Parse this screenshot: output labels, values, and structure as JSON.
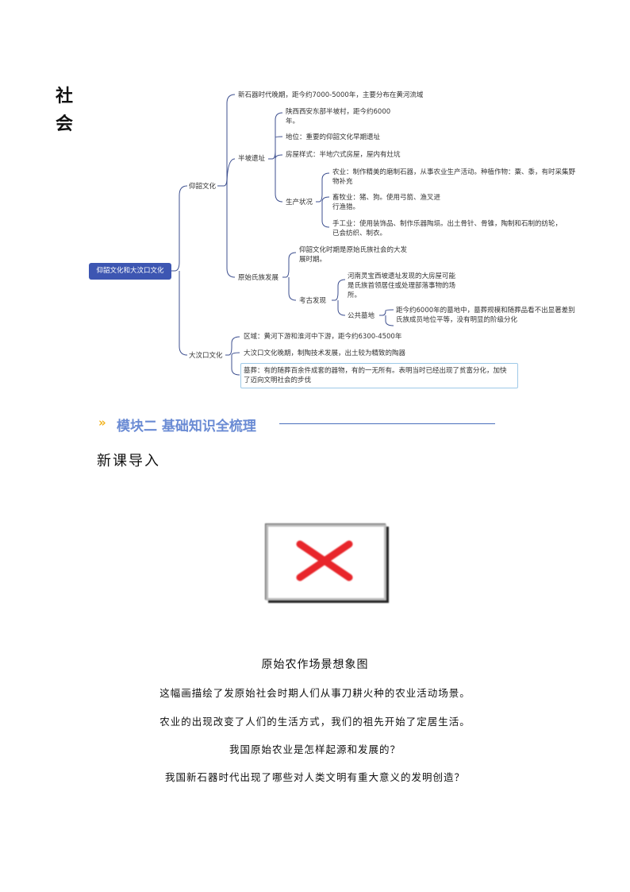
{
  "side_title": [
    "社",
    "会"
  ],
  "mindmap": {
    "root": "仰韶文化和大汶口文化",
    "yangshao": {
      "label": "仰韶文化",
      "period": "新石器时代晚期，距今约7000-5000年，主要分布在黄河流域",
      "banpo": {
        "label": "半坡遗址",
        "location": "陕西西安东部半坡村，距今约6000\n年。",
        "status": "地位：重要的仰韶文化早期遗址",
        "housing": "房屋样式：半地穴式房屋，屋内有灶坑",
        "production": {
          "label": "生产状况",
          "agriculture": "农业：制作精美的磨制石器，从事农业生产活动。种植作物：粟、黍，有时采集野\n物补充",
          "husbandry": "畜牧业：猪、狗。使用弓箭、渔叉进\n行渔猎。",
          "handicraft": "手工业：使用装饰品、制作乐器陶埙。出土骨针、骨锥，陶制和石制的纺轮，\n已会纺织、制衣。"
        }
      },
      "clan": {
        "label": "原始氏族发展",
        "period": "仰韶文化时期是原始氏族社会的大发\n展时期。",
        "archaeology": {
          "label": "考古发现",
          "house": "河南灵宝西坡遗址发现的大房屋可能\n是氏族首领居住或处理部落事物的场\n所。",
          "cemetery": {
            "label": "公共墓地",
            "text": "距今约6000年的墓地中，墓葬规模和随葬品看不出显著差别\n氏族成员地位平等，没有明显的阶级分化"
          }
        }
      }
    },
    "dawenkou": {
      "label": "大汶口文化",
      "region": "区域：黄河下游和淮河中下游，距今约6300-4500年",
      "late": "大汶口文化晚期，制陶技术发展，出土较为精致的陶器",
      "burial": "墓葬：有的随葬百余件成套的器物，有的一无所有。表明当时已经出现了贫富分化，加快\n了迈向文明社会的步伐"
    }
  },
  "module": {
    "icon": "double-chevron-icon",
    "title": "模块二 基础知识全梳理"
  },
  "lesson_intro": "新课导入",
  "image": {
    "icon": "broken-image-icon",
    "accent": "#e8262b"
  },
  "caption": "原始农作场景想象图",
  "paragraphs": [
    "这幅画描绘了发原始社会时期人们从事刀耕火种的农业活动场景。",
    "农业的出现改变了人们的生活方式，我们的祖先开始了定居生活。",
    "我国原始农业是怎样起源和发展的？",
    "我国新石器时代出现了哪些对人类文明有重大意义的发明创造？"
  ],
  "colors": {
    "root_bg": "#3d56b2",
    "branch": "#3d4f8f",
    "module_title": "#6a8bd4",
    "module_icon": "#f2b21b"
  }
}
